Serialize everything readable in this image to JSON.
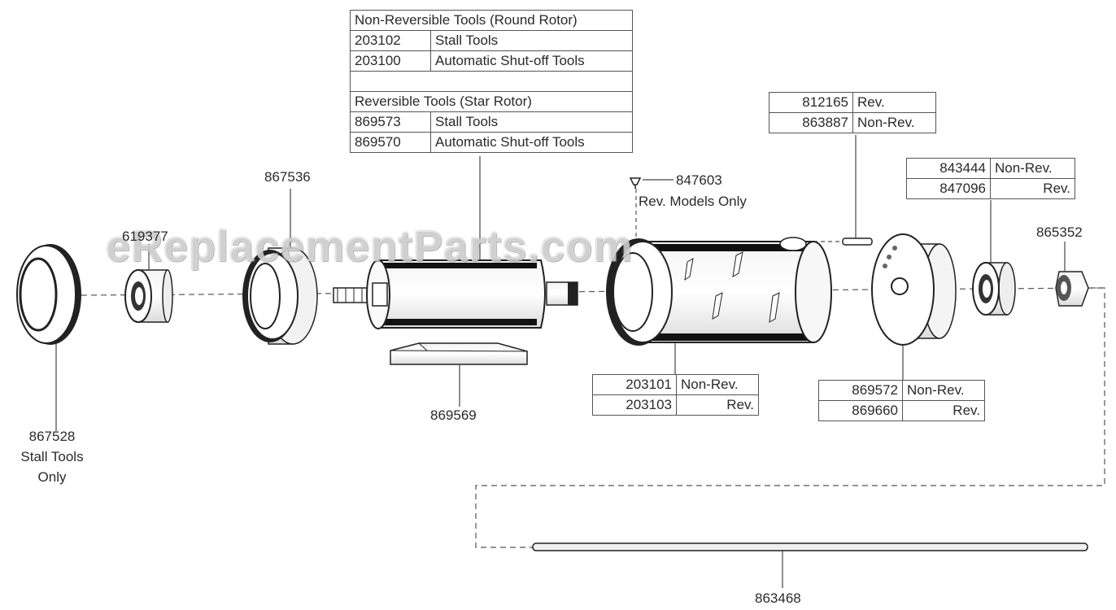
{
  "watermark": "eReplacementParts.com",
  "parts": {
    "p867528": {
      "number": "867528",
      "note1": "Stall Tools",
      "note2": "Only"
    },
    "p619377": {
      "number": "619377"
    },
    "p867536": {
      "number": "867536"
    },
    "p869569": {
      "number": "869569"
    },
    "p847603": {
      "number": "847603",
      "note": "Rev. Models Only"
    },
    "p865352": {
      "number": "865352"
    },
    "p863468": {
      "number": "863468"
    }
  },
  "rotor_table": {
    "header1": "Non-Reversible Tools (Round Rotor)",
    "rows1": [
      {
        "part": "203102",
        "desc": "Stall Tools"
      },
      {
        "part": "203100",
        "desc": "Automatic Shut-off Tools"
      }
    ],
    "header2": "Reversible Tools (Star Rotor)",
    "rows2": [
      {
        "part": "869573",
        "desc": "Stall Tools"
      },
      {
        "part": "869570",
        "desc": "Automatic Shut-off Tools"
      }
    ]
  },
  "pin_table": {
    "rows": [
      {
        "part": "812165",
        "desc": "Rev."
      },
      {
        "part": "863887",
        "desc": "Non-Rev."
      }
    ]
  },
  "bearing_table": {
    "rows": [
      {
        "part": "843444",
        "desc": "Non-Rev."
      },
      {
        "part": "847096",
        "desc": "Rev."
      }
    ]
  },
  "cylinder_table": {
    "rows": [
      {
        "part": "203101",
        "desc": "Non-Rev."
      },
      {
        "part": "203103",
        "desc": "Rev."
      }
    ]
  },
  "plate_table": {
    "rows": [
      {
        "part": "869572",
        "desc": "Non-Rev."
      },
      {
        "part": "869660",
        "desc": "Rev."
      }
    ]
  }
}
